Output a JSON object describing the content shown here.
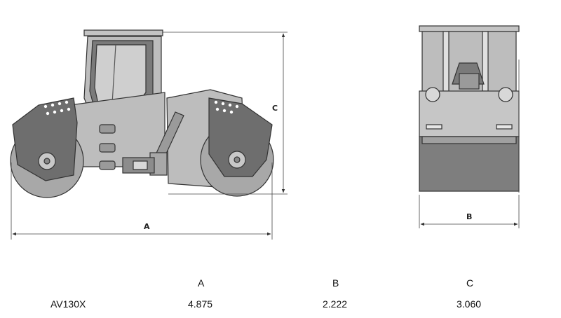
{
  "dimensions": {
    "length_label": "A",
    "width_label": "B",
    "height_label": "C"
  },
  "spec_table": {
    "headers": [
      "A",
      "B",
      "C"
    ],
    "rows": [
      {
        "model": "AV130X",
        "values": [
          "4.875",
          "2.222",
          "3.060"
        ]
      }
    ]
  },
  "colors": {
    "body": "#bdbdbd",
    "frame": "#6e6e6e",
    "outline": "#333333",
    "drum": "#a8a8a8"
  }
}
